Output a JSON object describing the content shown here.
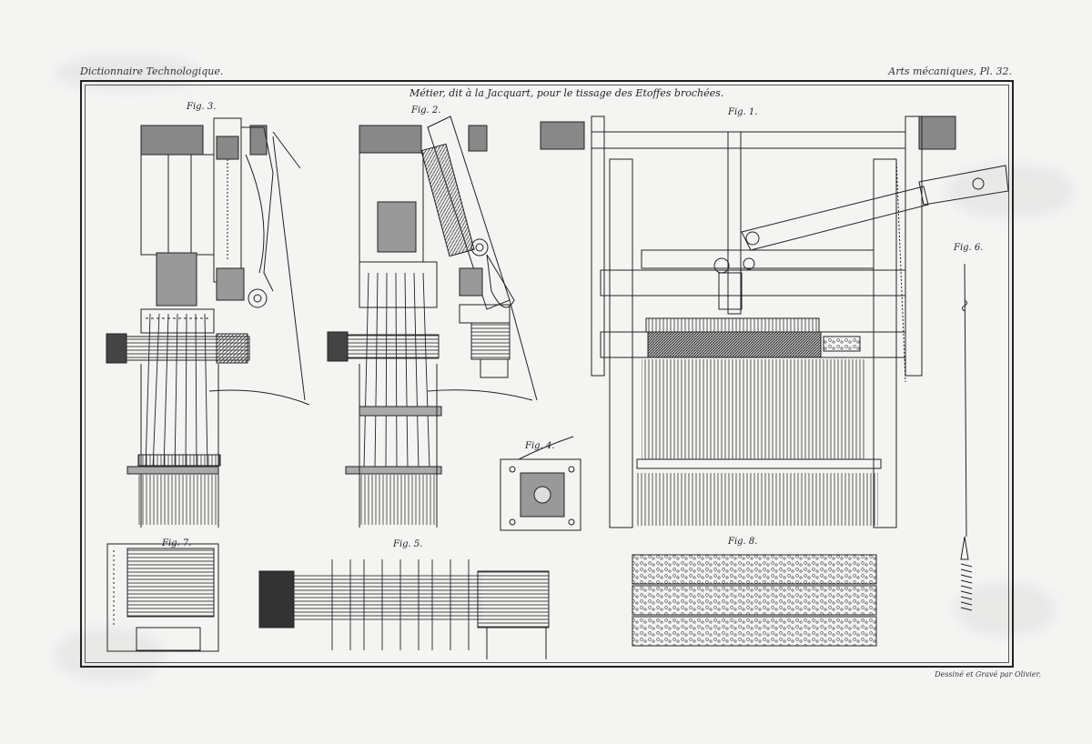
{
  "header": {
    "left": "Dictionnaire Technologique.",
    "right": "Arts mécaniques, Pl. 32."
  },
  "plate_title": "Métier, dit à la Jacquart, pour le tissage des Etoffes brochées.",
  "figures": {
    "fig3": "Fig. 3.",
    "fig2": "Fig. 2.",
    "fig1": "Fig. 1.",
    "fig4": "Fig. 4.",
    "fig5": "Fig. 5.",
    "fig6": "Fig. 6.",
    "fig7": "Fig. 7.",
    "fig8": "Fig. 8."
  },
  "credit": "Dessiné et Gravé par Olivier."
}
